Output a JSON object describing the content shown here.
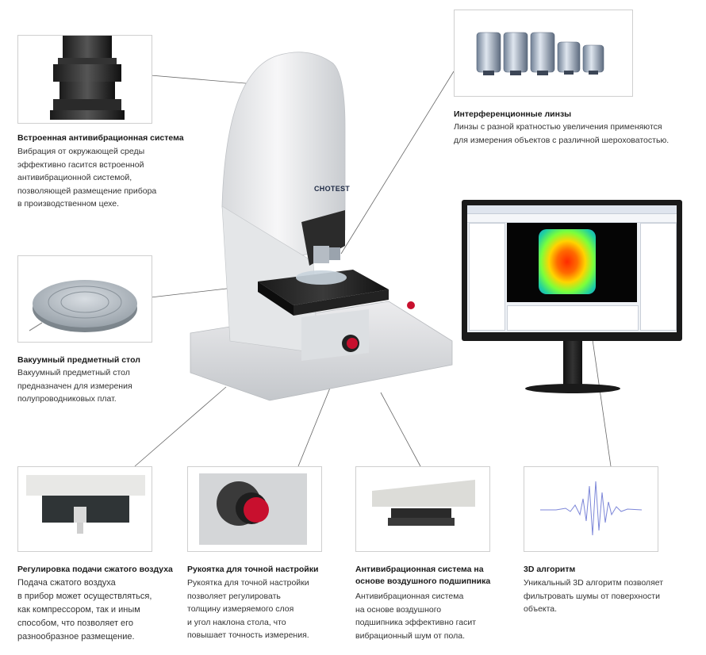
{
  "features": {
    "vibration_builtin": {
      "title": "Встроенная антивибрационная система",
      "text": "Вибрация от окружающей среды\nэффективно гасится встроенной\nантивибрационной системой,\nпозволяющей размещение прибора\nв производственном цехе."
    },
    "lenses": {
      "title": "Интерференционные линзы",
      "text": "Линзы с разной кратностью увеличения применяются\nдля измерения объектов с различной шероховатостью."
    },
    "vacuum_stage": {
      "title": "Вакуумный предметный стол",
      "text": "Вакуумный предметный стол\nпредназначен для измерения\nполупроводниковых плат."
    },
    "air_supply": {
      "title": "Регулировка подачи сжатого воздуха",
      "text": "Подача сжатого воздуха\nв прибор может осуществляться,\nкак компрессором, так и иным\nспособом, что позволяет его\nразнообразное размещение."
    },
    "fine_knob": {
      "title": "Рукоятка для точной настройки",
      "text": "Рукоятка для точной настройки\nпозволяет регулировать\nтолщину измеряемого слоя\nи угол наклона стола, что\nповышает точность измерения."
    },
    "air_bearing": {
      "title": "Антивибрационная система на\nоснове воздушного подшипника",
      "text": "Антивибрационная система\nна основе воздушного\nподшипника эффективно гасит\nвибрационный шум от пола."
    },
    "algorithm": {
      "title": "3D алгоритм",
      "text": "Уникальный 3D алгоритм позволяет\nфильтровать шумы от поверхности\nобъекта."
    }
  },
  "brand_logo": "CHOTEST",
  "icons": {
    "vibration": "damper-icon",
    "lenses": "objective-lenses-icon",
    "stage": "vacuum-chuck-icon",
    "air": "air-valve-icon",
    "knob": "red-knob-icon",
    "bearing": "air-bearing-icon",
    "wave": "waveform-icon"
  },
  "colors": {
    "accent_red": "#c8102e",
    "line": "#666666"
  }
}
